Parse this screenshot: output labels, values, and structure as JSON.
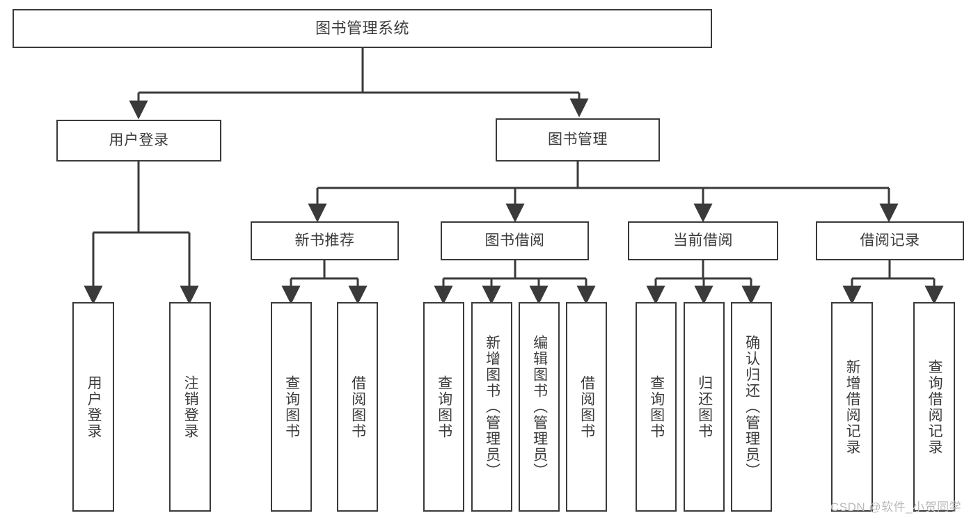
{
  "diagram": {
    "type": "hierarchy-tree",
    "title": "图书管理系统",
    "levels": 3,
    "root": {
      "label": "图书管理系统"
    },
    "level2": [
      {
        "label": "用户登录"
      },
      {
        "label": "图书管理"
      }
    ],
    "level3": [
      {
        "label": "新书推荐"
      },
      {
        "label": "图书借阅"
      },
      {
        "label": "当前借阅"
      },
      {
        "label": "借阅记录"
      }
    ],
    "leaves": {
      "user_login": [
        {
          "label": "用户登录"
        },
        {
          "label": "注销登录"
        }
      ],
      "new_book_recommend": [
        {
          "label": "查询图书"
        },
        {
          "label": "借阅图书"
        }
      ],
      "book_borrow": [
        {
          "label": "查询图书"
        },
        {
          "label": "新增图书（管理员）"
        },
        {
          "label": "编辑图书（管理员）"
        },
        {
          "label": "借阅图书"
        }
      ],
      "current_borrow": [
        {
          "label": "查询图书"
        },
        {
          "label": "归还图书"
        },
        {
          "label": "确认归还（管理员）"
        }
      ],
      "borrow_record": [
        {
          "label": "新增借阅记录"
        },
        {
          "label": "查询借阅记录"
        }
      ]
    }
  },
  "watermark": {
    "text": "CSDN @软件_小贺同学"
  },
  "colors": {
    "stroke": "#3a3a3a",
    "text": "#3b3b3b",
    "background": "#ffffff",
    "watermark": "#b9b9b9"
  }
}
